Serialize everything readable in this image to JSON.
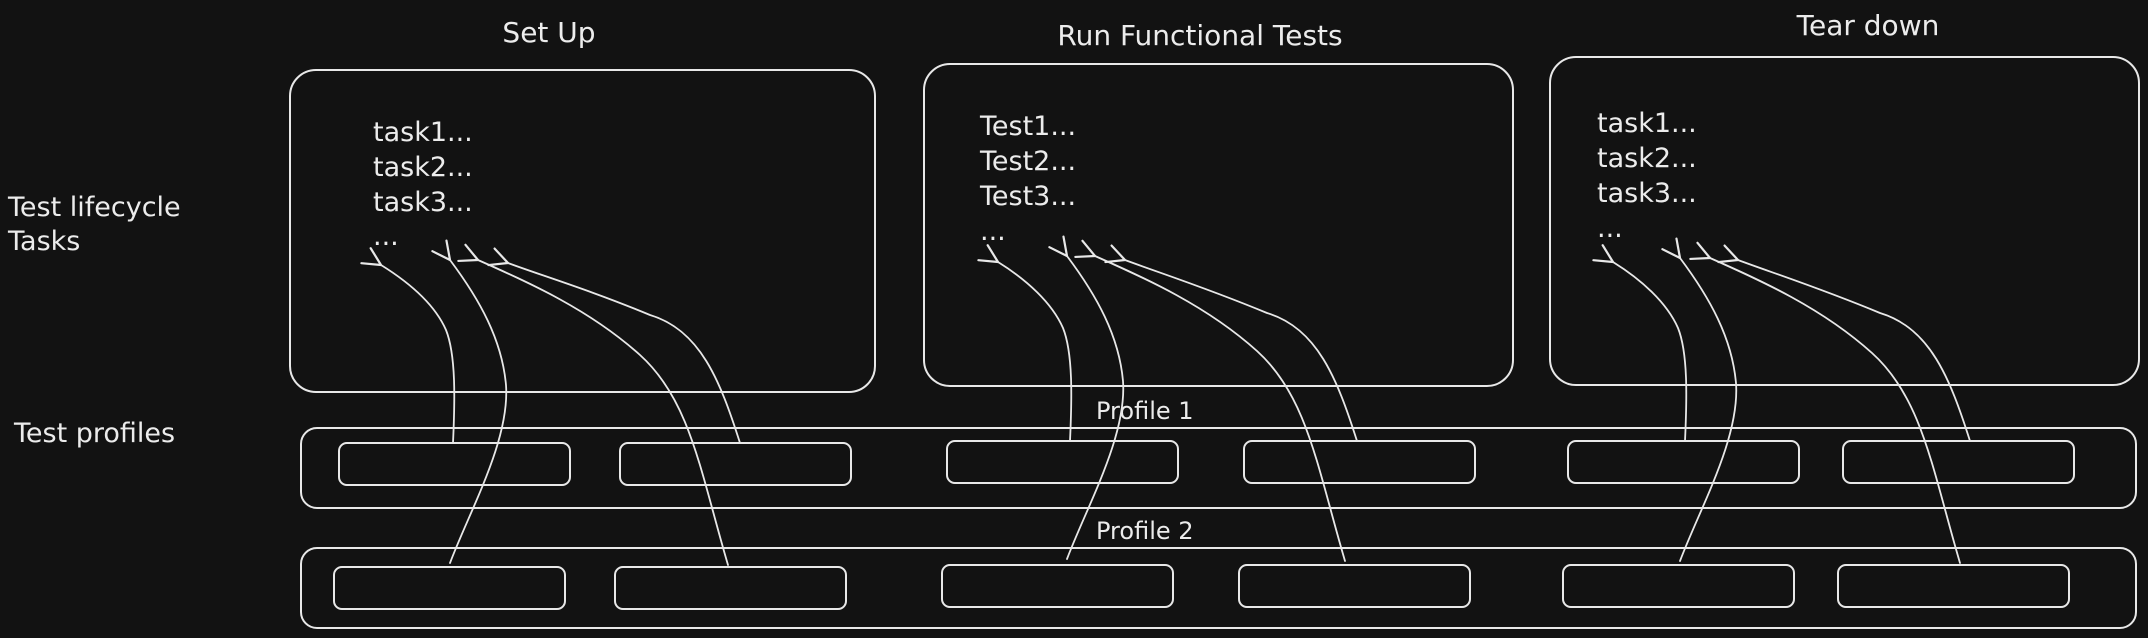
{
  "row_labels": {
    "lifecycle_line1": "Test lifecycle",
    "lifecycle_line2": "Tasks",
    "profiles": "Test profiles"
  },
  "stages": [
    {
      "title": "Set Up",
      "items": [
        "task1...",
        "task2...",
        "task3...",
        "..."
      ]
    },
    {
      "title": "Run Functional Tests",
      "items": [
        "Test1...",
        "Test2...",
        "Test3...",
        "..."
      ]
    },
    {
      "title": "Tear down",
      "items": [
        "task1...",
        "task2...",
        "task3...",
        "..."
      ]
    }
  ],
  "profiles": [
    {
      "label": "Profile 1"
    },
    {
      "label": "Profile 2"
    }
  ],
  "colors": {
    "background": "#121212",
    "stroke": "#e8e8e8",
    "text": "#ececec"
  }
}
